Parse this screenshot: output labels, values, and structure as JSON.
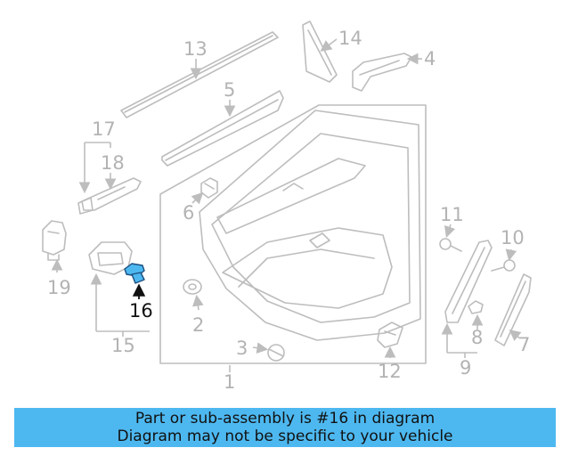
{
  "diagram": {
    "highlighted_part": "16",
    "callouts": {
      "c1": "1",
      "c2": "2",
      "c3": "3",
      "c4": "4",
      "c5": "5",
      "c6": "6",
      "c7": "7",
      "c8": "8",
      "c9": "9",
      "c10": "10",
      "c11": "11",
      "c12": "12",
      "c13": "13",
      "c14": "14",
      "c15": "15",
      "c16": "16",
      "c17": "17",
      "c18": "18",
      "c19": "19"
    }
  },
  "banner": {
    "line1": "Part or sub-assembly is #16 in diagram",
    "line2": "Diagram may not be specific to your vehicle",
    "background_color": "#4db8f0"
  },
  "colors": {
    "line_art": "#bdbdbd",
    "highlight_fill": "#4db8f0",
    "highlight_label": "#111111"
  }
}
